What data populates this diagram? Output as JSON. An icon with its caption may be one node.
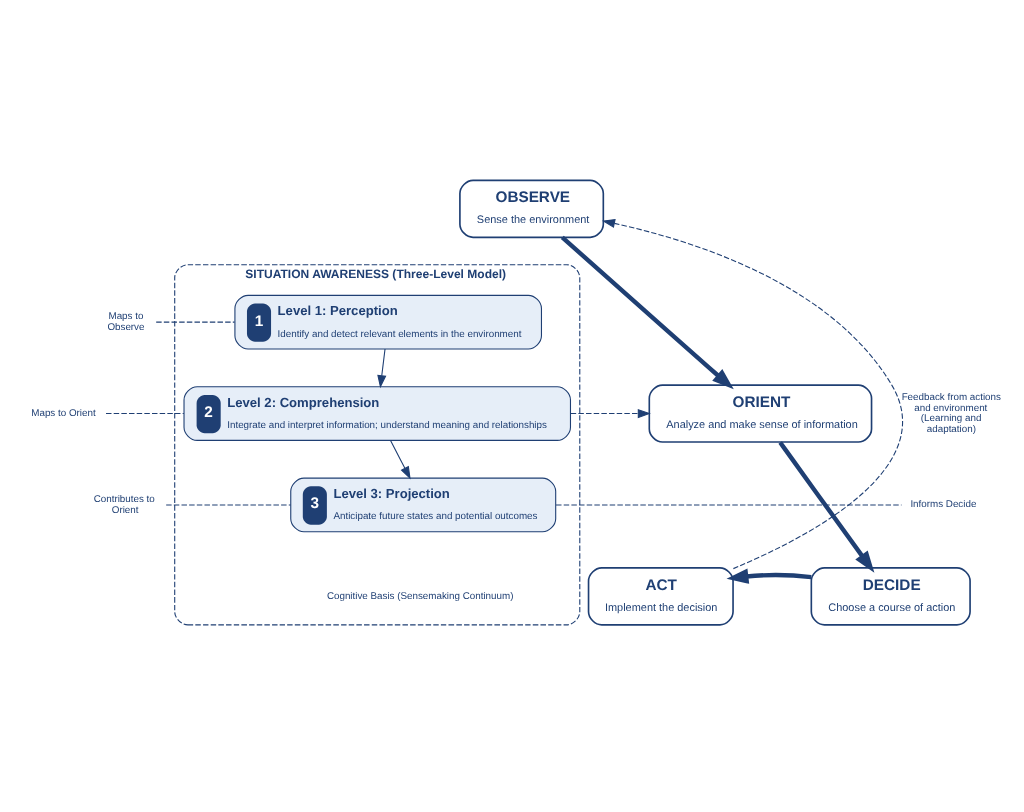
{
  "diagram": {
    "nodes": [
      {
        "text": [
          "OBSERVE",
          "Sense the environment"
        ]
      },
      {
        "text": [
          "ORIENT",
          "Analyze and make sense of information"
        ]
      },
      {
        "text": [
          "DECIDE",
          "Choose a course of action"
        ]
      },
      {
        "text": [
          "ACT",
          "Implement the decision"
        ]
      },
      {
        "text": [
          "SITUATION AWARENESS (Three-Level Model)"
        ],
        "beside": [
          "Cognitive Basis (Sensemaking Continuum)"
        ]
      },
      {
        "text": [
          "1",
          "Level 1: Perception",
          "Identify and detect relevant elements in the environment"
        ],
        "in": 4
      },
      {
        "text": [
          "2",
          "Level 2: Comprehension",
          "Integrate and interpret information; understand meaning and relationships"
        ],
        "in": 4
      },
      {
        "text": [
          "3",
          "Level 3: Projection",
          "Anticipate future states and potential outcomes"
        ],
        "in": 4
      },
      {
        "text": [
          "Maps to Observe"
        ]
      },
      {
        "text": [
          "Maps to Orient"
        ]
      },
      {
        "text": [
          "Contributes to Orient"
        ]
      },
      {
        "text": [
          "Informs Decide"
        ]
      }
    ],
    "edges": [
      {
        "from": 0,
        "to": 1,
        "arrow": "to",
        "style": "thick"
      },
      {
        "from": 1,
        "to": 2,
        "arrow": "to",
        "style": "thick"
      },
      {
        "from": 2,
        "to": 3,
        "arrow": "to",
        "style": "thick"
      },
      {
        "from": 3,
        "to": 0,
        "arrow": "to",
        "style": "dashed",
        "label": "Feedback from actions and environment (Learning and adaptation)"
      },
      {
        "from": 5,
        "to": 6,
        "arrow": "to"
      },
      {
        "from": 6,
        "to": 7,
        "arrow": "to"
      },
      {
        "from": 8,
        "to": 5,
        "arrow": "none",
        "style": "dashed"
      },
      {
        "from": 9,
        "to": 6,
        "arrow": "none",
        "style": "dashed"
      },
      {
        "from": 10,
        "to": 7,
        "arrow": "none",
        "style": "dashed"
      },
      {
        "from": 7,
        "to": 11,
        "arrow": "none",
        "style": "dashed"
      },
      {
        "from": 6,
        "to": 1,
        "arrow": "to",
        "style": "dashed"
      }
    ]
  }
}
